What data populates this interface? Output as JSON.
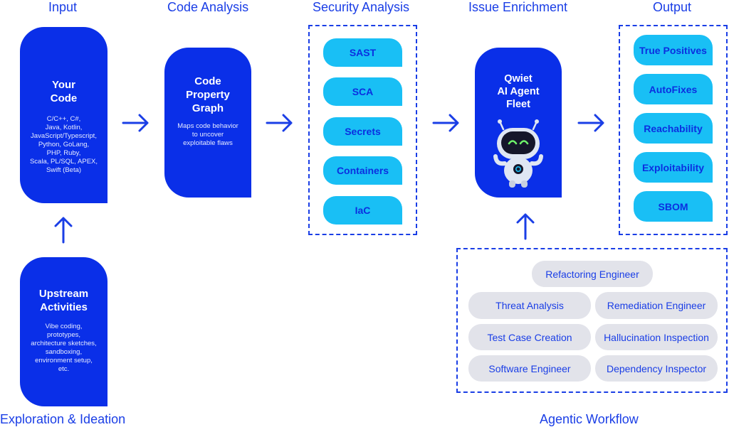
{
  "headings": {
    "input": "Input",
    "code_analysis": "Code Analysis",
    "security_analysis": "Security Analysis",
    "issue_enrichment": "Issue Enrichment",
    "output": "Output",
    "exploration": "Exploration & Ideation",
    "agentic": "Agentic Workflow"
  },
  "your_code": {
    "title_line1": "Your",
    "title_line2": "Code",
    "languages": [
      "C/C++, C#,",
      "Java, Kotlin,",
      "JavaScript/Typescript,",
      "Python, GoLang,",
      "PHP, Ruby,",
      "Scala, PL/SQL, APEX,",
      "Swift (Beta)"
    ]
  },
  "upstream": {
    "title_line1": "Upstream",
    "title_line2": "Activities",
    "desc": [
      "Vibe coding,",
      "prototypes,",
      "architecture sketches,",
      "sandboxing,",
      "environment setup,",
      "etc."
    ]
  },
  "cpg": {
    "title": [
      "Code",
      "Property",
      "Graph"
    ],
    "desc": [
      "Maps code behavior",
      "to uncover",
      "exploitable flaws"
    ]
  },
  "security_items": [
    "SAST",
    "SCA",
    "Secrets",
    "Containers",
    "IaC"
  ],
  "agent_fleet": {
    "title": [
      "Qwiet",
      "AI Agent",
      "Fleet"
    ]
  },
  "output_items": [
    "True Positives",
    "AutoFixes",
    "Reachability",
    "Exploitability",
    "SBOM"
  ],
  "agents": {
    "top": "Refactoring Engineer",
    "left": [
      "Threat Analysis",
      "Test Case Creation",
      "Software Engineer"
    ],
    "right": [
      "Remediation Engineer",
      "Hallucination Inspection",
      "Dependency Inspector"
    ]
  },
  "colors": {
    "primary_blue": "#0a2fe8",
    "cyan": "#19bff5",
    "heading_blue": "#1a3ee6",
    "gray": "#e2e3ea"
  }
}
